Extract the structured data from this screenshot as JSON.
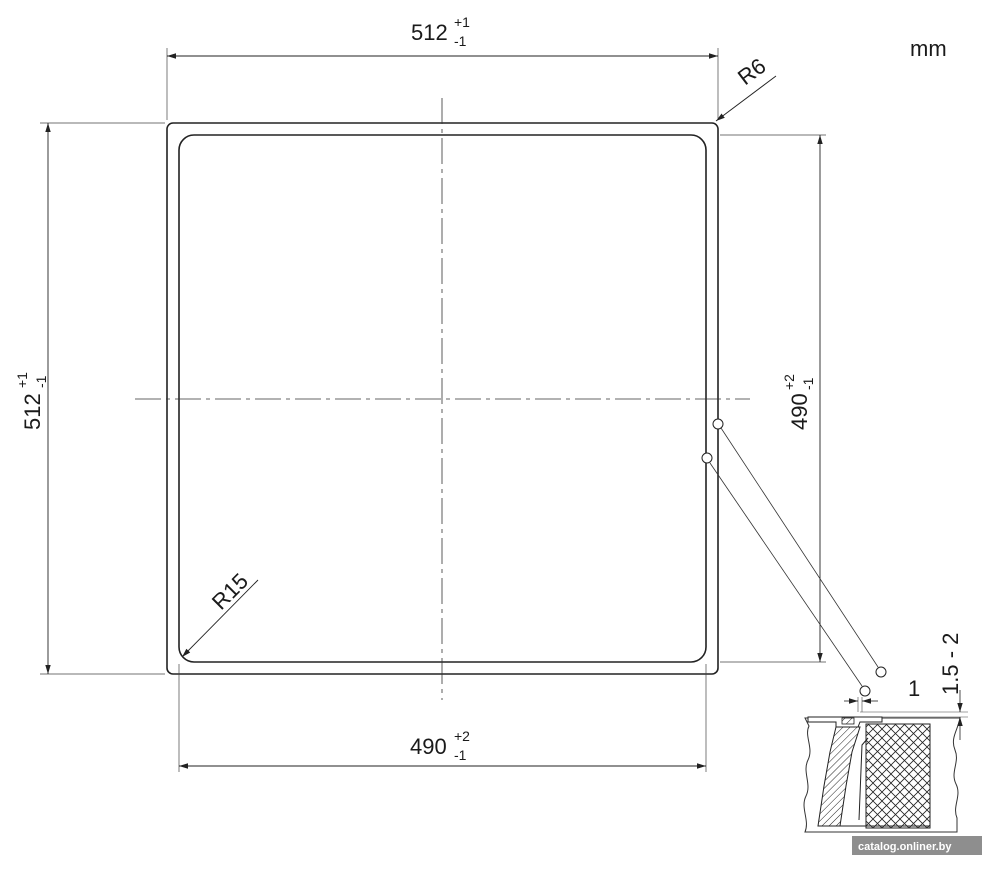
{
  "drawing": {
    "units": "mm",
    "top_width": {
      "value": "512",
      "tol_upper": "+1",
      "tol_lower": "-1"
    },
    "left_height": {
      "value": "512",
      "tol_upper": "+1",
      "tol_lower": "-1"
    },
    "right_height": {
      "value": "490",
      "tol_upper": "+2",
      "tol_lower": "-1"
    },
    "bottom_width": {
      "value": "490",
      "tol_upper": "+2",
      "tol_lower": "-1"
    },
    "outer_radius": "R6",
    "inner_radius": "R15",
    "flange_offset": "1",
    "rim_height": "1.5 - 2",
    "watermark": "catalog.onliner.by"
  }
}
